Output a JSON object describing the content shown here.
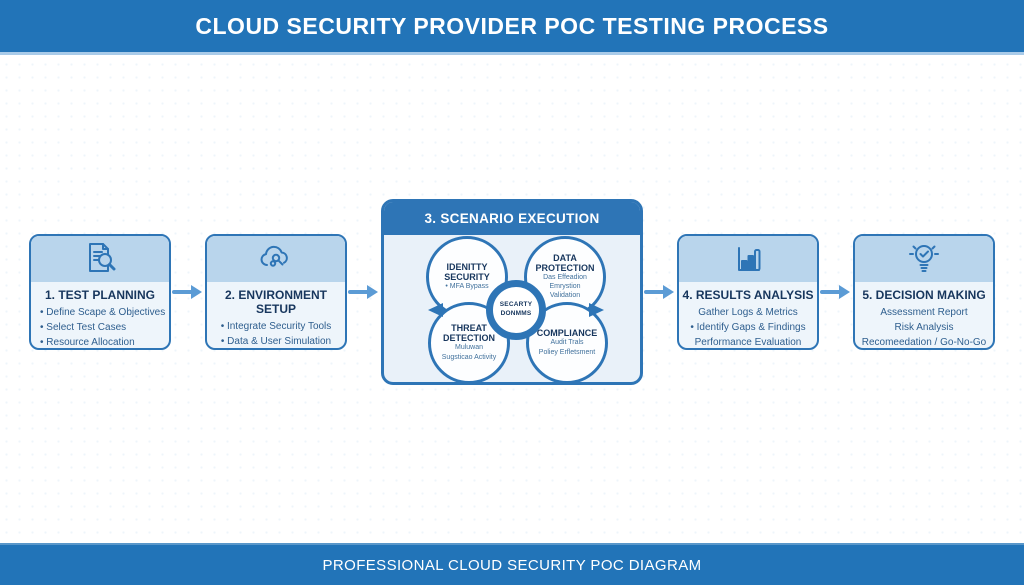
{
  "header": {
    "title": "CLOUD SECURITY PROVIDER POC TESTING PROCESS"
  },
  "footer": {
    "title": "PROFESSIONAL CLOUD SECURITY POC DIAGRAM"
  },
  "colors": {
    "banner_blue": "#2274b8",
    "diagram_blue": "#2e75b6",
    "icon_area_blue": "#b9d5ec",
    "box_body_blue": "#eef5fb",
    "arrow_blue": "#5b9bd5",
    "title_navy": "#17365d",
    "bullet_steel_blue": "#2e5e8e"
  },
  "stages": [
    {
      "title": "1. TEST PLANNING",
      "icon": "document-search-icon",
      "lines": [
        "• Define Scape & Objectives",
        "• Select Test Cases",
        "• Resource Allocation"
      ]
    },
    {
      "title": "2. ENVIRONMENT SETUP",
      "icon": "cloud-tools-icon",
      "lines": [
        "• Integrate Security Tools",
        "• Data & User Simulation"
      ]
    },
    {
      "title": "3. SCENARIO EXECUTION",
      "icon": null,
      "lines": []
    },
    {
      "title": "4. RESULTS ANALYSIS",
      "icon": "bar-chart-icon",
      "lines": [
        "Gather Logs & Metrics",
        "• Identify Gaps & Findings",
        "Performance Evaluation"
      ]
    },
    {
      "title": "5. DECISION MAKING",
      "icon": "lightbulb-check-icon",
      "lines": [
        "Assessment Report",
        "Risk Analysis",
        "Recomeedation / Go-No-Go"
      ]
    }
  ],
  "scenario": {
    "center": {
      "lines": [
        "SECARTY",
        "DONMMS"
      ]
    },
    "domains": [
      {
        "title": "IDENITTY SECURITY",
        "details": [
          "• MFA Bypass"
        ]
      },
      {
        "title": "DATA PROTECTION",
        "details": [
          "Das Effeadion",
          "Emrystion",
          "Validation"
        ]
      },
      {
        "title": "THREAT DETECTION",
        "details": [
          "Muluwan",
          "Sugsticao Activity"
        ]
      },
      {
        "title": "COMPLIANCE",
        "details": [
          "Audit Trals",
          "Poliey Erfletsment"
        ]
      }
    ]
  }
}
